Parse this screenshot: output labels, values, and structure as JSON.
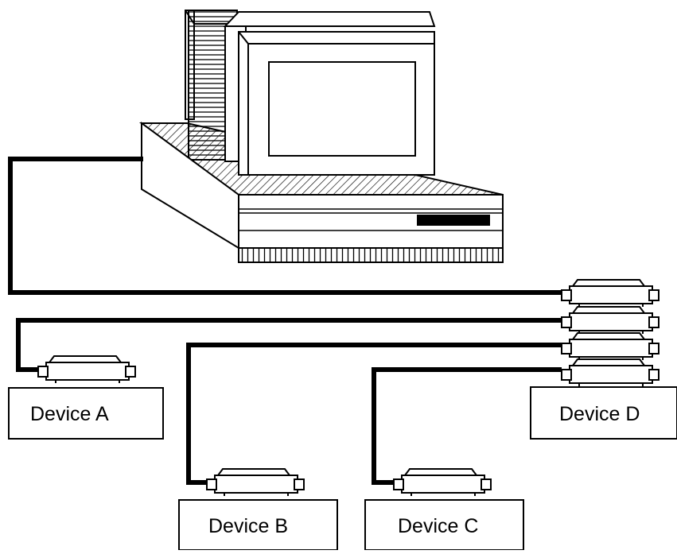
{
  "diagram": {
    "colors": {
      "stroke": "#000000",
      "background": "#ffffff"
    },
    "computer": {
      "icon": "desktop-computer-icon"
    },
    "connector_stack": {
      "icon": "gpib-connector-stack-icon",
      "connector_count": 4
    },
    "devices": [
      {
        "id": "a",
        "label": "Device A",
        "icon": "gpib-connector-icon"
      },
      {
        "id": "b",
        "label": "Device B",
        "icon": "gpib-connector-icon"
      },
      {
        "id": "c",
        "label": "Device C",
        "icon": "gpib-connector-icon"
      },
      {
        "id": "d",
        "label": "Device D",
        "icon": "gpib-connector-stack-icon"
      }
    ]
  }
}
